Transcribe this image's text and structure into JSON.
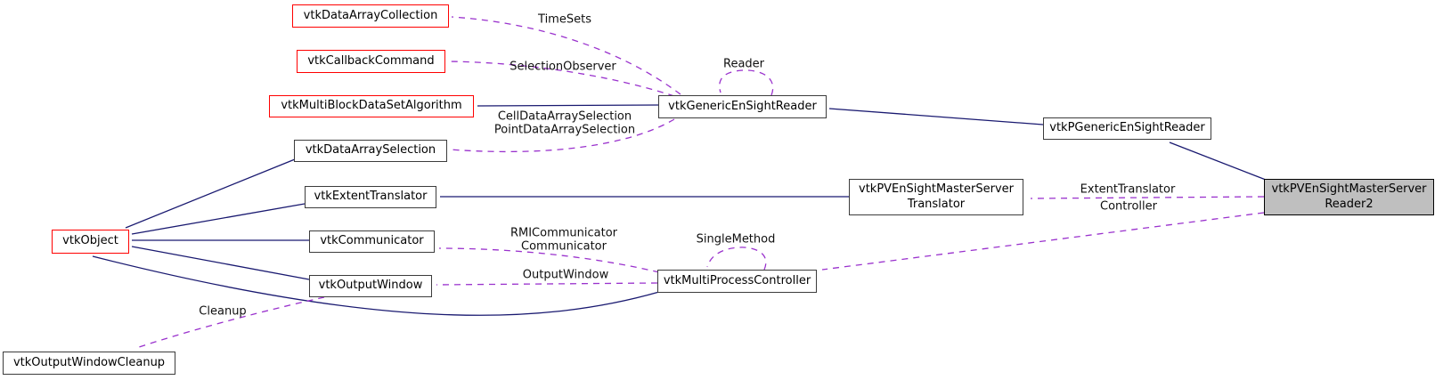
{
  "diagram_type": "doxygen-collaboration-graph",
  "nodes": {
    "data_array_collection": {
      "label": "vtkDataArrayCollection"
    },
    "callback_command": {
      "label": "vtkCallbackCommand"
    },
    "multiblock_algorithm": {
      "label": "vtkMultiBlockDataSetAlgorithm"
    },
    "generic_ensight_reader": {
      "label": "vtkGenericEnSightReader"
    },
    "p_generic_ensight_reader": {
      "label": "vtkPGenericEnSightReader"
    },
    "data_array_selection": {
      "label": "vtkDataArraySelection"
    },
    "extent_translator": {
      "label": "vtkExtentTranslator"
    },
    "master_server_translator": {
      "line1": "vtkPVEnSightMasterServer",
      "line2": "Translator"
    },
    "master_server_reader2": {
      "line1": "vtkPVEnSightMasterServer",
      "line2": "Reader2"
    },
    "communicator": {
      "label": "vtkCommunicator"
    },
    "object": {
      "label": "vtkObject"
    },
    "multi_process_controller": {
      "label": "vtkMultiProcessController"
    },
    "output_window": {
      "label": "vtkOutputWindow"
    },
    "output_window_cleanup": {
      "label": "vtkOutputWindowCleanup"
    }
  },
  "edge_labels": {
    "time_sets": "TimeSets",
    "selection_observer": "SelectionObserver",
    "reader": "Reader",
    "cell_data_array_selection": "CellDataArraySelection",
    "point_data_array_selection": "PointDataArraySelection",
    "extent_translator": "ExtentTranslator",
    "controller": "Controller",
    "rmi_communicator": "RMICommunicator",
    "communicator": "Communicator",
    "output_window": "OutputWindow",
    "single_method": "SingleMethod",
    "cleanup": "Cleanup"
  },
  "colors": {
    "inheritance_edge": "#191970",
    "usage_edge": "#9a32cd",
    "node_border": "#3c3c3c",
    "highlight_border": "#ff0000",
    "main_node_fill": "#bfbfbf",
    "node_fill": "#ffffff",
    "text": "#000000"
  }
}
